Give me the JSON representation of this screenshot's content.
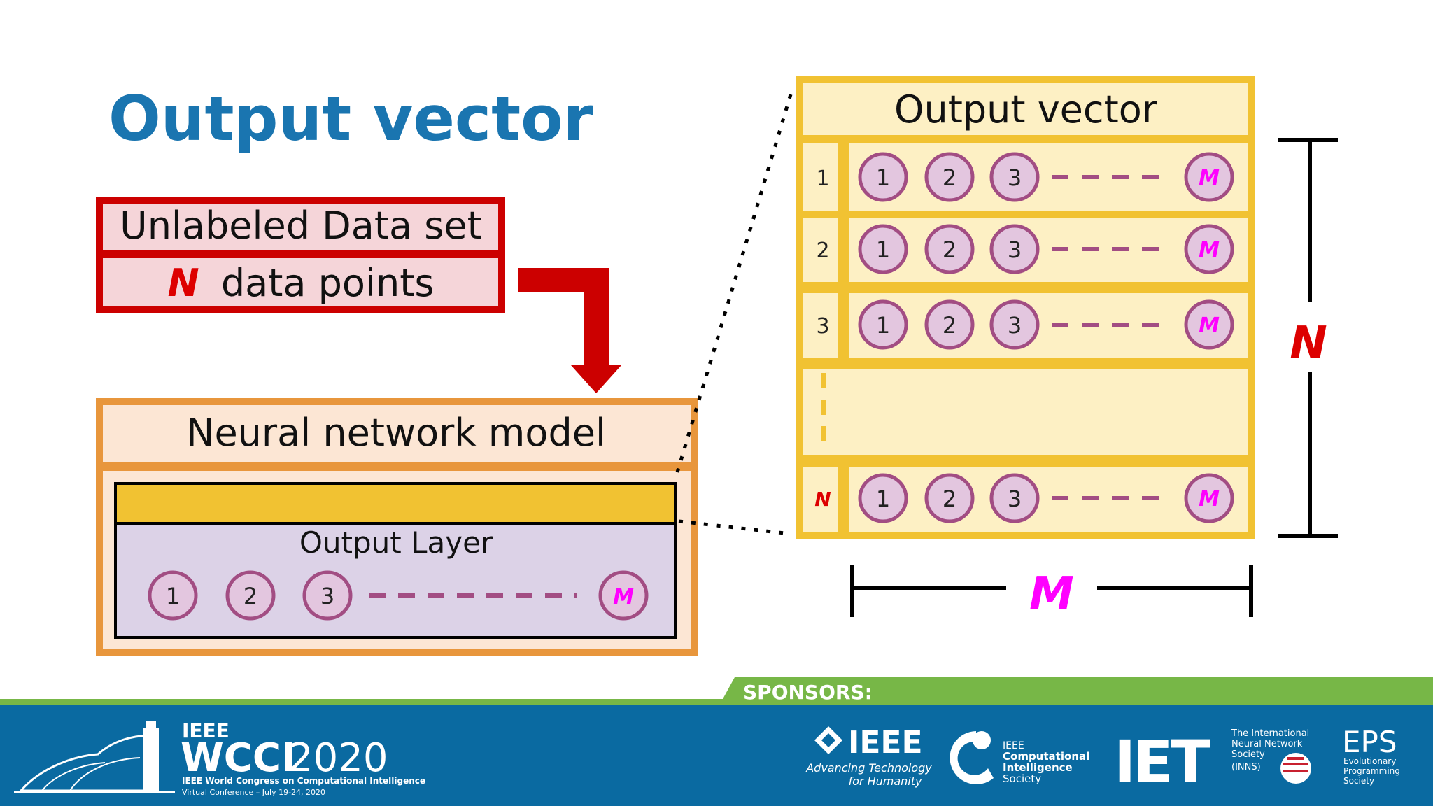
{
  "slide": {
    "title": "Output vector",
    "dataset": {
      "title": "Unlabeled Data set",
      "n_symbol": "N",
      "points_text": "data points"
    },
    "model": {
      "title": "Neural network model",
      "layer_label": "Output Layer",
      "nodes": [
        "1",
        "2",
        "3",
        "M"
      ]
    },
    "matrix": {
      "title": "Output vector",
      "rows": [
        {
          "index": "1",
          "nodes": [
            "1",
            "2",
            "3",
            "M"
          ]
        },
        {
          "index": "2",
          "nodes": [
            "1",
            "2",
            "3",
            "M"
          ]
        },
        {
          "index": "3",
          "nodes": [
            "1",
            "2",
            "3",
            "M"
          ]
        },
        {
          "index": "N",
          "nodes": [
            "1",
            "2",
            "3",
            "M"
          ]
        }
      ],
      "height_label": "N",
      "width_label": "M"
    }
  },
  "footer": {
    "sponsors_label": "SPONSORS:",
    "event": {
      "org": "IEEE",
      "name": "WCCI",
      "year": "2020",
      "subtitle": "IEEE World Congress on Computational Intelligence",
      "dates": "Virtual Conference – July 19-24, 2020"
    },
    "sponsors": {
      "ieee": {
        "name": "IEEE",
        "tagline1": "Advancing Technology",
        "tagline2": "for Humanity"
      },
      "cis": {
        "line1": "IEEE",
        "line2": "Computational",
        "line3": "Intelligence",
        "line4": "Society"
      },
      "iet": {
        "name": "IET"
      },
      "inns": {
        "line1": "The International",
        "line2": "Neural Network",
        "line3": "Society",
        "line4": "(INNS)"
      },
      "eps": {
        "name": "EPS",
        "line1": "Evolutionary",
        "line2": "Programming",
        "line3": "Society"
      }
    }
  },
  "colors": {
    "title_blue": "#1a75b0",
    "red": "#cc0000",
    "dataset_fill": "#f5d5d9",
    "orange": "#e8963c",
    "model_fill": "#fce6d4",
    "gold": "#f1c232",
    "gold_fill": "#fdf0c4",
    "purple_fill": "#dcd2e7",
    "node_stroke": "#a24d83",
    "node_fill": "#e3c6df",
    "magenta": "#ff00ff",
    "footer_blue": "#0a6aa1",
    "footer_green": "#77b747"
  }
}
